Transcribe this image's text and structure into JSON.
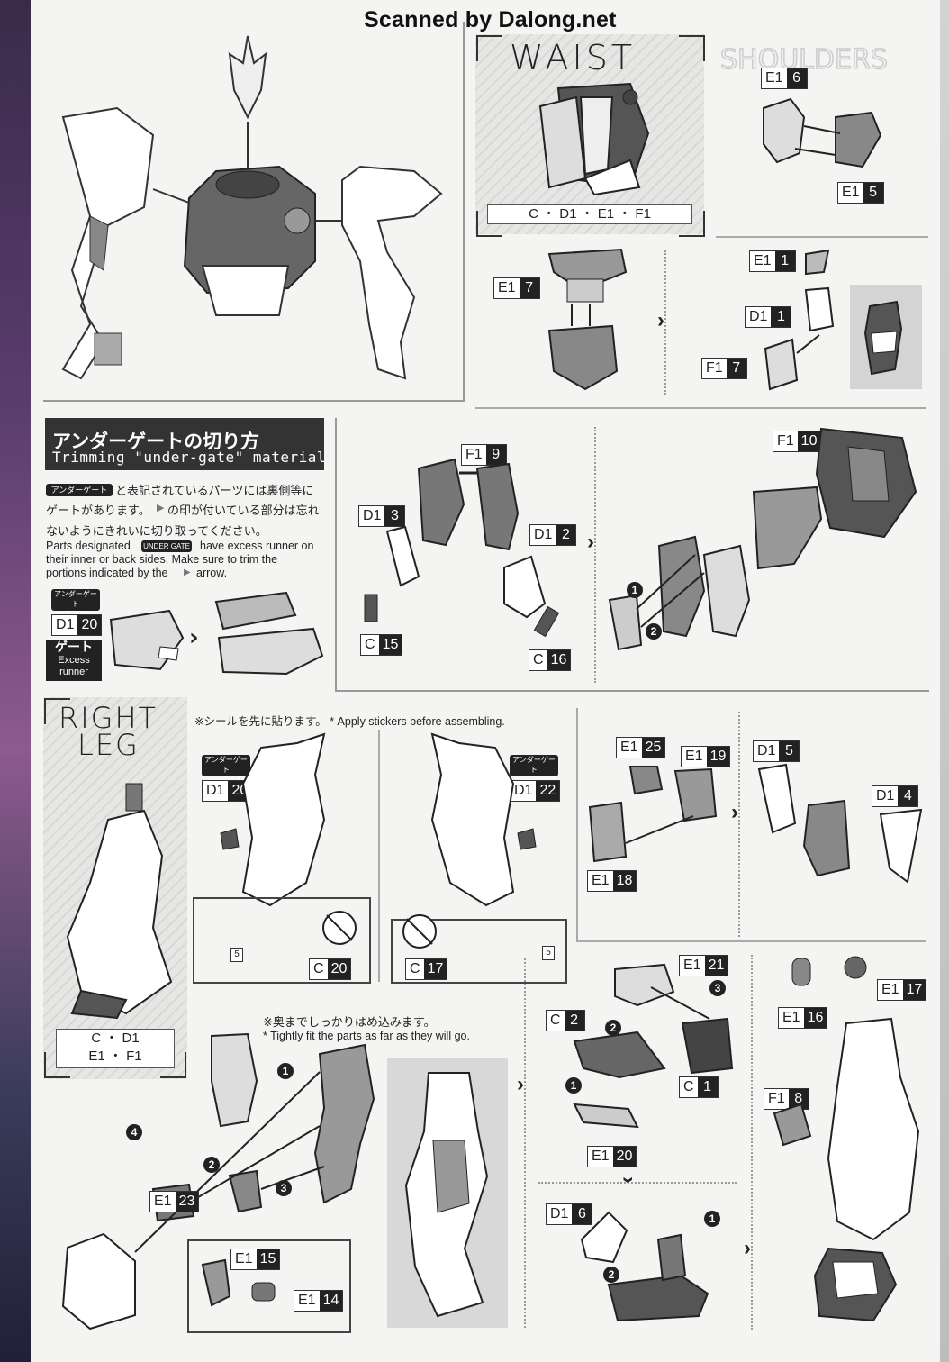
{
  "scan_banner": "Scanned by Dalong.net",
  "waist": {
    "title": "WAIST",
    "runners": "C ・ D1 ・ E1 ・ F1"
  },
  "right_leg": {
    "title_line1": "RIGHT",
    "title_line2": "LEG",
    "runners_line1": "C ・ D1",
    "runners_line2": "E1 ・ F1"
  },
  "undergate": {
    "title_jp": "アンダーゲートの切り方",
    "title_en": "Trimming \"under-gate\" material",
    "badge_jp": "アンダーゲート",
    "badge_en": "UNDER GATE",
    "para_jp_1": "と表記されているパーツには裏側等に",
    "para_jp_2": "ゲートがあります。",
    "para_jp_3": "の印が付いている部分は忘れ",
    "para_jp_4": "ないようにきれいに切り取ってください。",
    "para_en_1": "Parts designated",
    "para_en_2": "have excess runner on",
    "para_en_3": "their inner or back sides. Make sure to trim the",
    "para_en_4": "portions indicated by the",
    "para_en_5": "arrow.",
    "gate_jp": "ゲート",
    "gate_en": "Excess runner"
  },
  "notes": {
    "sticker_jp": "※シールを先に貼ります。",
    "sticker_en": "* Apply stickers before assembling.",
    "fit_jp": "※奥までしっかりはめ込みます。",
    "fit_en": "* Tightly fit the parts as far as they will go."
  },
  "sticker_numbers": [
    "5",
    "5"
  ],
  "tags": [
    {
      "runner": "E1",
      "num": "6"
    },
    {
      "runner": "E1",
      "num": "5"
    },
    {
      "runner": "E1",
      "num": "7"
    },
    {
      "runner": "E1",
      "num": "1"
    },
    {
      "runner": "D1",
      "num": "1"
    },
    {
      "runner": "F1",
      "num": "7"
    },
    {
      "runner": "D1",
      "num": "20"
    },
    {
      "runner": "F1",
      "num": "9"
    },
    {
      "runner": "D1",
      "num": "3"
    },
    {
      "runner": "D1",
      "num": "2"
    },
    {
      "runner": "C",
      "num": "15"
    },
    {
      "runner": "C",
      "num": "16"
    },
    {
      "runner": "F1",
      "num": "10"
    },
    {
      "runner": "D1",
      "num": "20"
    },
    {
      "runner": "D1",
      "num": "22"
    },
    {
      "runner": "C",
      "num": "20"
    },
    {
      "runner": "C",
      "num": "17"
    },
    {
      "runner": "E1",
      "num": "25"
    },
    {
      "runner": "E1",
      "num": "19"
    },
    {
      "runner": "E1",
      "num": "18"
    },
    {
      "runner": "D1",
      "num": "5"
    },
    {
      "runner": "D1",
      "num": "4"
    },
    {
      "runner": "E1",
      "num": "21"
    },
    {
      "runner": "C",
      "num": "2"
    },
    {
      "runner": "C",
      "num": "1"
    },
    {
      "runner": "E1",
      "num": "20"
    },
    {
      "runner": "E1",
      "num": "17"
    },
    {
      "runner": "E1",
      "num": "16"
    },
    {
      "runner": "F1",
      "num": "8"
    },
    {
      "runner": "E1",
      "num": "23"
    },
    {
      "runner": "E1",
      "num": "15"
    },
    {
      "runner": "E1",
      "num": "14"
    },
    {
      "runner": "D1",
      "num": "6"
    }
  ],
  "step_numbers": [
    "1",
    "2",
    "3",
    "4"
  ]
}
